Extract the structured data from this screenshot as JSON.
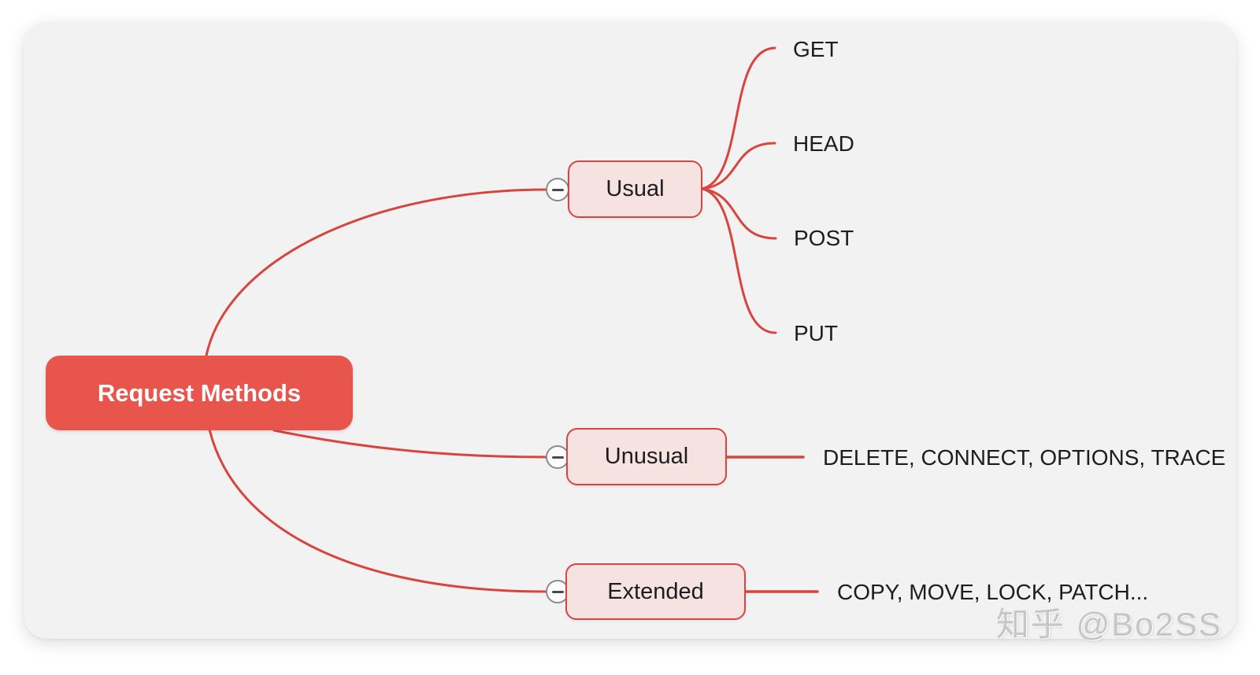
{
  "colors": {
    "canvas_bg": "#ffffff",
    "card_bg": "#f2f2f2",
    "root_fill": "#e7554c",
    "root_text": "#ffffff",
    "branch_fill": "#f6e2e1",
    "branch_border": "#d8453e",
    "line": "#d8453e",
    "text": "#1d1d1f",
    "collapse_border": "#8b8b8b",
    "collapse_glyph": "#4a4a4a",
    "watermark": "#c6c6c8"
  },
  "mindmap": {
    "root": {
      "label": "Request Methods"
    },
    "branches": [
      {
        "label": "Usual",
        "collapsed": false,
        "children": [
          {
            "label": "GET"
          },
          {
            "label": "HEAD"
          },
          {
            "label": "POST"
          },
          {
            "label": "PUT"
          }
        ]
      },
      {
        "label": "Unusual",
        "collapsed": false,
        "children": [
          {
            "label": "DELETE, CONNECT, OPTIONS, TRACE"
          }
        ]
      },
      {
        "label": "Extended",
        "collapsed": false,
        "children": [
          {
            "label": "COPY, MOVE, LOCK, PATCH..."
          }
        ]
      }
    ]
  },
  "watermark": {
    "text": "知乎 @Bo2SS"
  }
}
